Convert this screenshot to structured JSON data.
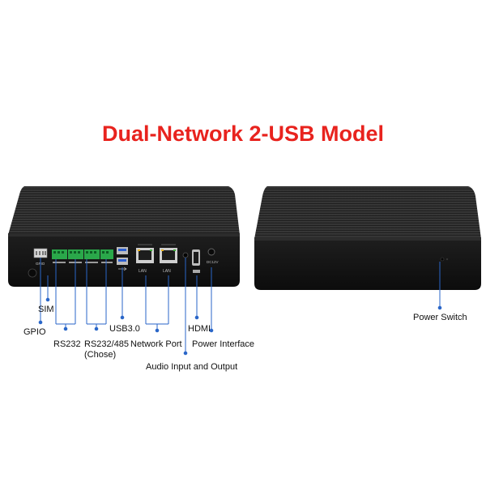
{
  "title": "Dual-Network 2-USB Model",
  "colors": {
    "title": "#e8231e",
    "callout": "#2a66c8",
    "connector": "#2aa84a",
    "device": "#1a1a1a"
  },
  "device_front": {
    "callouts": [
      {
        "key": "gpio",
        "text": "GPIO"
      },
      {
        "key": "sim",
        "text": "SIM"
      },
      {
        "key": "rs232",
        "text": "RS232"
      },
      {
        "key": "rs485",
        "text": "RS232/485 (Chose)"
      },
      {
        "key": "usb",
        "text": "USB3.0"
      },
      {
        "key": "lan",
        "text": "Network Port"
      },
      {
        "key": "audio",
        "text": "Audio Input and Output"
      },
      {
        "key": "hdmi",
        "text": "HDMI"
      },
      {
        "key": "power",
        "text": "Power Interface"
      }
    ],
    "port_labels": {
      "gpio": "GPIO",
      "lan1": "LAN",
      "lan2": "LAN",
      "dc": "DC12V"
    }
  },
  "device_back": {
    "callouts": [
      {
        "key": "switch",
        "text": "Power Switch"
      }
    ]
  }
}
